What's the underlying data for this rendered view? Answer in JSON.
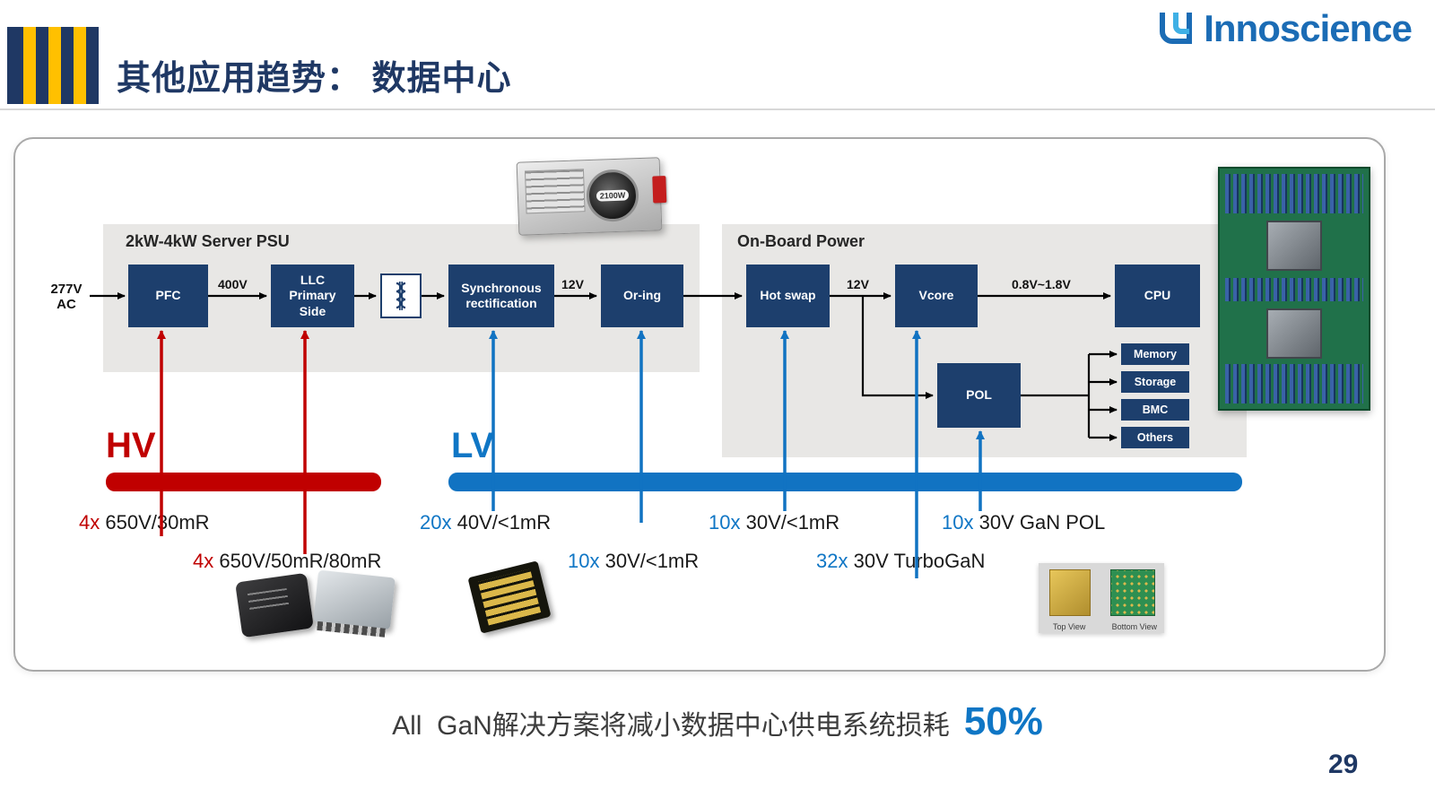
{
  "colors": {
    "navy": "#1F3864",
    "red": "#C00000",
    "blue": "#0F76C5",
    "bar_blue": "#1173C2",
    "yellow": "#FFC000"
  },
  "header": {
    "title": "其他应用趋势： 数据中心",
    "logo_text": "Innoscience"
  },
  "psu": {
    "section_label": "2kW-4kW Server PSU",
    "input_label": "277V\nAC",
    "pfc": "PFC",
    "llc": "LLC\nPrimary\nSide",
    "sync": "Synchronous\nrectification",
    "oring": "Or-ing",
    "v400": "400V",
    "v12": "12V",
    "psu_photo_wattage": "2100W"
  },
  "onboard": {
    "section_label": "On-Board Power",
    "hotswap": "Hot swap",
    "vcore": "Vcore",
    "cpu": "CPU",
    "pol": "POL",
    "v12": "12V",
    "vrange": "0.8V~1.8V",
    "peripherals": [
      "Memory",
      "Storage",
      "BMC",
      "Others"
    ]
  },
  "legend": {
    "hv": "HV",
    "lv": "LV"
  },
  "annotations": [
    {
      "prefix": "4x",
      "text": " 650V/30mR",
      "color": "red"
    },
    {
      "prefix": "4x",
      "text": " 650V/50mR/80mR",
      "color": "red"
    },
    {
      "prefix": "20x",
      "text": " 40V/<1mR",
      "color": "blue"
    },
    {
      "prefix": "10x",
      "text": " 30V/<1mR",
      "color": "blue"
    },
    {
      "prefix": "10x",
      "text": " 30V/<1mR",
      "color": "blue"
    },
    {
      "prefix": "32x",
      "text": " 30V TurboGaN",
      "color": "blue"
    },
    {
      "prefix": "10x",
      "text": " 30V GaN POL",
      "color": "blue"
    }
  ],
  "chips": {
    "top_view": "Top View",
    "bottom_view": "Bottom View"
  },
  "footer": {
    "statement": "All  GaN解决方案将减小数据中心供电系统损耗",
    "highlight": "50%",
    "page_number": "29"
  }
}
